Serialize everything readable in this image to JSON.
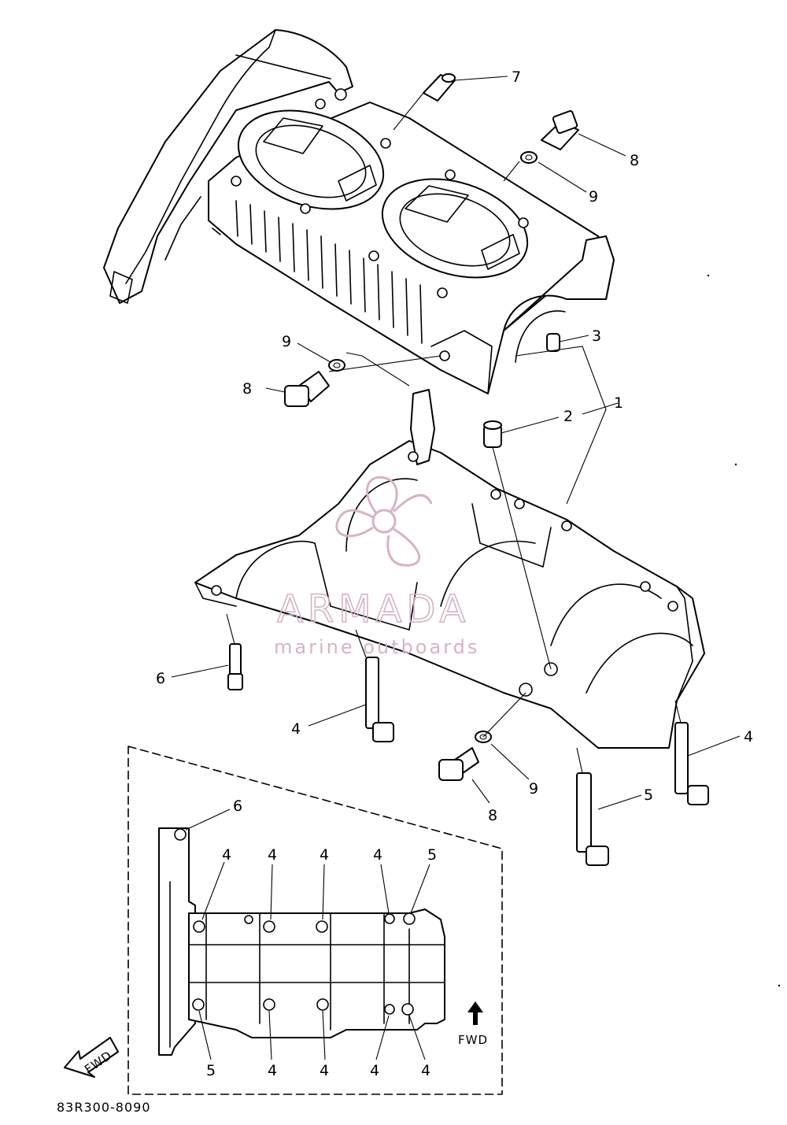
{
  "callouts": {
    "c7": "7",
    "c8a": "8",
    "c9a": "9",
    "c3": "3",
    "c9b": "9",
    "c8b": "8",
    "c2": "2",
    "c1": "1",
    "c6a": "6",
    "c4a": "4",
    "c4b": "4",
    "c9c": "9",
    "c8c": "8",
    "c5a": "5"
  },
  "inset": {
    "top_labels": [
      "6",
      "4",
      "4",
      "4",
      "4",
      "5"
    ],
    "bottom_labels": [
      "5",
      "4",
      "4",
      "4",
      "4"
    ],
    "fwd_label": "FWD"
  },
  "fwd_badge": "FWD",
  "diagram_code": "83R300-8090",
  "watermark": {
    "brand": "ARMADA",
    "tagline": "marine outboards",
    "color": "#d5b3c6"
  },
  "icons": [
    "propeller-logo-icon",
    "fwd-arrow-icon",
    "fwd-badge-arrow-icon"
  ]
}
